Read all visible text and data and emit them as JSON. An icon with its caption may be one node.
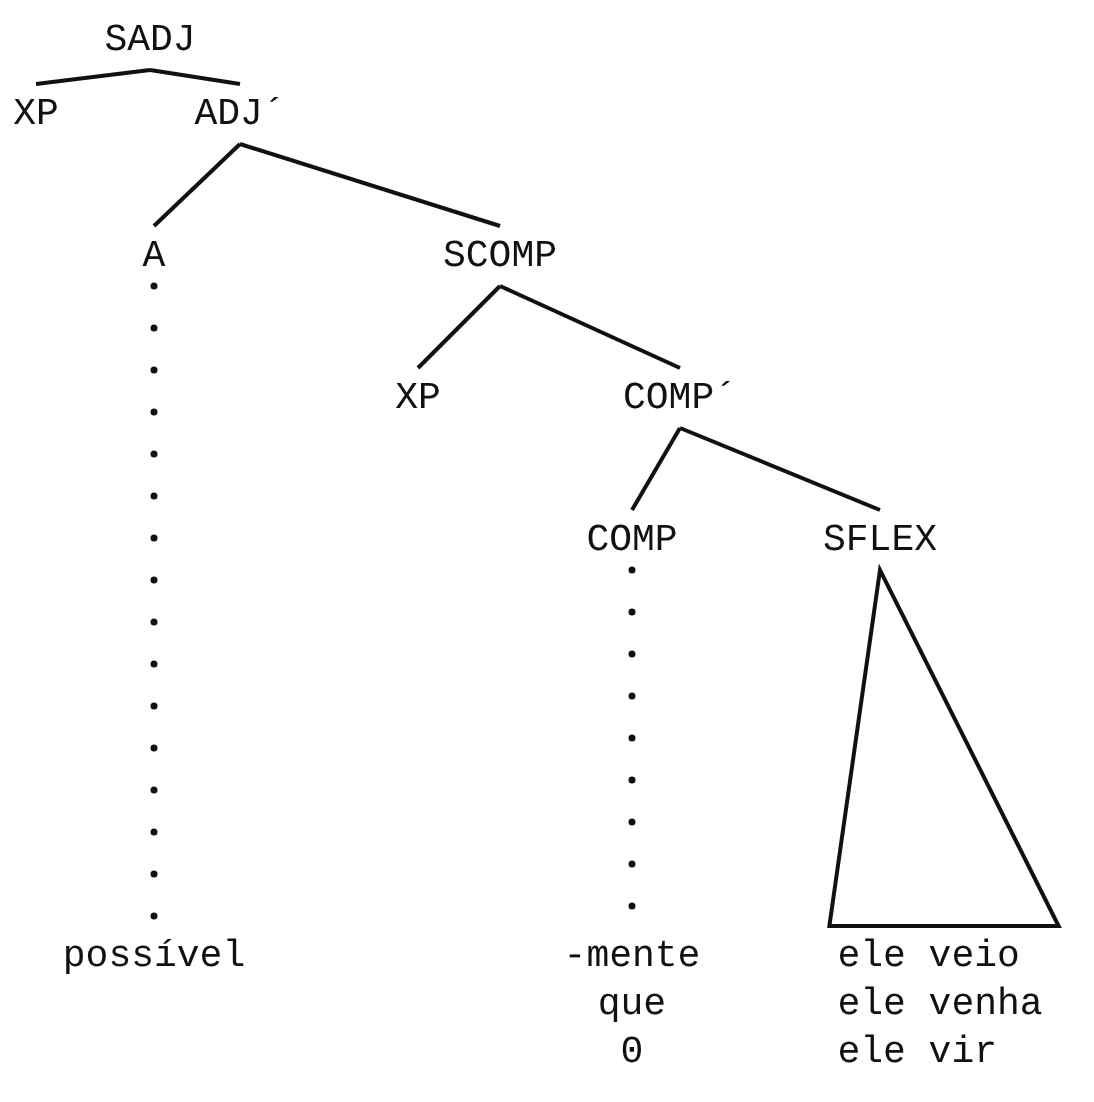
{
  "diagram": {
    "nodes": [
      {
        "text": [
          "SADJ"
        ]
      },
      {
        "text": [
          "XP"
        ]
      },
      {
        "text": [
          "ADJ´"
        ]
      },
      {
        "text": [
          "A"
        ]
      },
      {
        "text": [
          "SCOMP"
        ]
      },
      {
        "text": [
          "XP"
        ]
      },
      {
        "text": [
          "COMP´"
        ]
      },
      {
        "text": [
          "COMP"
        ]
      },
      {
        "text": [
          "SFLEX"
        ]
      },
      {
        "text": [
          "possível"
        ]
      },
      {
        "text": [
          "-mente",
          "que",
          "0"
        ]
      },
      {
        "text": [
          "ele veio",
          "ele venha",
          "ele vir"
        ]
      }
    ],
    "edges": [
      {
        "from": 0,
        "to": 1,
        "arrow": "none"
      },
      {
        "from": 0,
        "to": 2,
        "arrow": "none"
      },
      {
        "from": 2,
        "to": 3,
        "arrow": "none"
      },
      {
        "from": 2,
        "to": 4,
        "arrow": "none"
      },
      {
        "from": 4,
        "to": 5,
        "arrow": "none"
      },
      {
        "from": 4,
        "to": 6,
        "arrow": "none"
      },
      {
        "from": 6,
        "to": 7,
        "arrow": "none"
      },
      {
        "from": 6,
        "to": 8,
        "arrow": "none"
      },
      {
        "from": 3,
        "to": 9,
        "arrow": "none",
        "style": "dashed"
      },
      {
        "from": 7,
        "to": 10,
        "arrow": "none",
        "style": "dashed"
      },
      {
        "from": 8,
        "to": 11,
        "arrow": "none"
      }
    ]
  }
}
